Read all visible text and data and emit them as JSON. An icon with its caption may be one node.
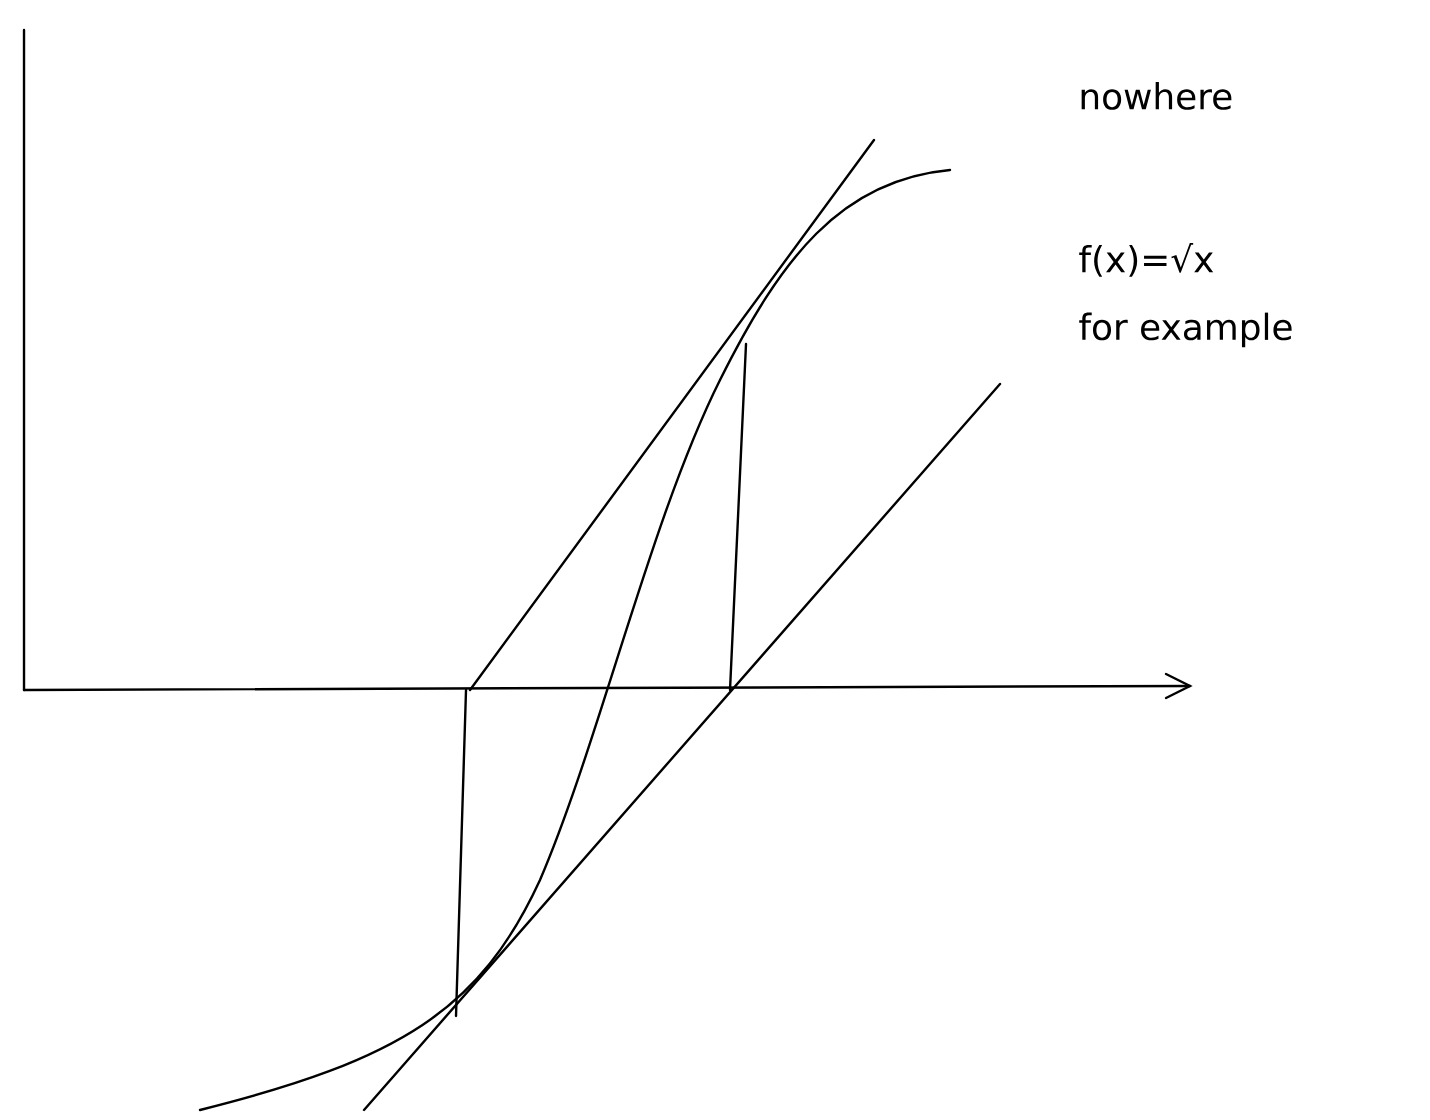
{
  "diagram": {
    "labels": [
      "nowhere",
      "f(x)=√x",
      "for example"
    ]
  }
}
